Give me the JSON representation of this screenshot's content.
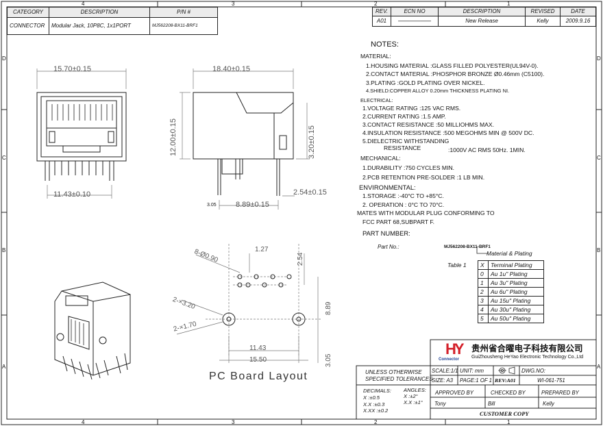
{
  "border": {
    "top_zones": [
      "4",
      "3",
      "2",
      "1"
    ],
    "bottom_zones": [
      "4",
      "3",
      "2",
      "1"
    ],
    "left_zones": [
      "D",
      "C",
      "B",
      "A"
    ],
    "right_zones": [
      "D",
      "C",
      "B",
      "A"
    ]
  },
  "header_table": {
    "columns": [
      "CATEGORY",
      "DESCRIPTION",
      "P/N #"
    ],
    "row": [
      "CONNECTOR",
      "Modular Jack, 10P8C, 1x1PORT",
      "MJ562208-BX11-BRF1"
    ]
  },
  "revision_table": {
    "columns": [
      "REV.",
      "ECN NO",
      "DESCRIPTION",
      "REVISED",
      "DATE"
    ],
    "row": [
      "A01",
      "——————",
      "New Release",
      "Kelly",
      "2009.9.16"
    ]
  },
  "notes": {
    "heading": "NOTES:",
    "material": {
      "title": "MATERIAL:",
      "lines": [
        "1.HOUSING MATERIAL :GLASS FILLED POLYESTER(UL94V-0).",
        "2.CONTACT MATERIAL  :PHOSPHOR BRONZE Ø0.46mm (C5100).",
        "3.PLATING :GOLD PLATING OVER NICKEL.",
        "4.SHIELD:COPPER ALLOY 0.20mm THICKNESS PLATING NI."
      ]
    },
    "electrical": {
      "title": "ELECTRICAL:",
      "lines": [
        "1.VOLTAGE RATING :125 VAC RMS.",
        "2.CURRENT RATING :1.5 AMP.",
        "3.CONTACT RESISTANCE :50 MILLIOHMS MAX.",
        "4.INSULATION RESISTANCE :500 MEGOHMS MIN @ 500V DC.",
        "5.DIELECTRIC WITHSTANDING",
        "RESISTANCE",
        ":1000V AC RMS 50Hz. 1MIN."
      ]
    },
    "mechanical": {
      "title": "MECHANICAL:",
      "lines": [
        "1.DURABILITY :750 CYCLES MIN.",
        "2.PCB RETENTION PRE-SOLDER :1 LB MIN."
      ]
    },
    "environmental": {
      "title": "ENVIRONMENTAL:",
      "lines": [
        "1.STORAGE      :-40°C TO +85°C.",
        "2. OPERATION : 0°C TO 70°C."
      ]
    },
    "mates": [
      "MATES WITH MODULAR PLUG CONFORMING TO",
      "FCC PART 68,SUBPART F."
    ],
    "part_number_title": "PART NUMBER:",
    "part_no_label": "Part No.:",
    "part_no_value": "MJ562208-BX11-BRF1",
    "material_plating": "Material & Plating",
    "table_label": "Table 1"
  },
  "plating_table": {
    "columns": [
      "X",
      "Terminal Plating"
    ],
    "rows": [
      [
        "0",
        "Au 1u\" Plating"
      ],
      [
        "1",
        "Au 3u\" Plating"
      ],
      [
        "2",
        "Au 6u\" Plating"
      ],
      [
        "3",
        "Au 15u\" Plating"
      ],
      [
        "4",
        "Au 30u\" Plating"
      ],
      [
        "5",
        "Au 50u\" Plating"
      ]
    ]
  },
  "dimensions": {
    "front_width": "15.70±0.15",
    "front_pitch": "11.43±0.10",
    "side_length": "18.40±0.15",
    "side_height": "12.00±0.15",
    "side_pin": "3.20±0.15",
    "side_pin_offset": "2.54±0.15",
    "side_pin_span": "8.89±0.15",
    "side_small": "3.05",
    "pcb_holes_8": "8-Ø0.90",
    "pcb_127": "1.27",
    "pcb_254": "2.54",
    "pcb_holes_2a": "2-×3.20",
    "pcb_holes_2b": "2-×1.70",
    "pcb_889": "8.89",
    "pcb_1143": "11.43",
    "pcb_1550": "15.50",
    "pcb_305": "3.05"
  },
  "pcb_layout_title": "PC Board Layout",
  "company": {
    "logo_mark": "HY",
    "logo_sub": "Connector",
    "name_cn": "贵州省合曜电子科技有限公司",
    "name_en": "GuiZhousheng HeYao Electronic Technology Co.,Ltd"
  },
  "title_block": {
    "tolerance_title1": "UNLESS OTHERWISE",
    "tolerance_title2": "SPECIFIED TOLERANCES",
    "decimals_label": "DECIMALS:",
    "decimals": [
      "X      :±0.5",
      "X.X    :±0.3",
      "X.XX  :±0.2"
    ],
    "angles_label": "ANGLES:",
    "angles": [
      "X      :±2°",
      "X.X :±1°"
    ],
    "scale": "SCALE:1/1",
    "unit": "UNIT:  mm",
    "size": "SIZE:  A3",
    "page": "PAGE:1 OF  1",
    "rev": "REV:A01",
    "dwg_label": "DWG.NO:",
    "dwg_no": "WI-061-751",
    "approved_label": "APPROVED BY",
    "checked_label": "CHECKED BY",
    "prepared_label": "PREPARED BY",
    "approved": "Tony",
    "checked": "Bill",
    "prepared": "Kelly",
    "customer_copy": "CUSTOMER COPY"
  },
  "colors": {
    "line": "#222222",
    "dim": "#555555",
    "logo_red": "#d4202a",
    "logo_blue": "#1d3f93"
  }
}
